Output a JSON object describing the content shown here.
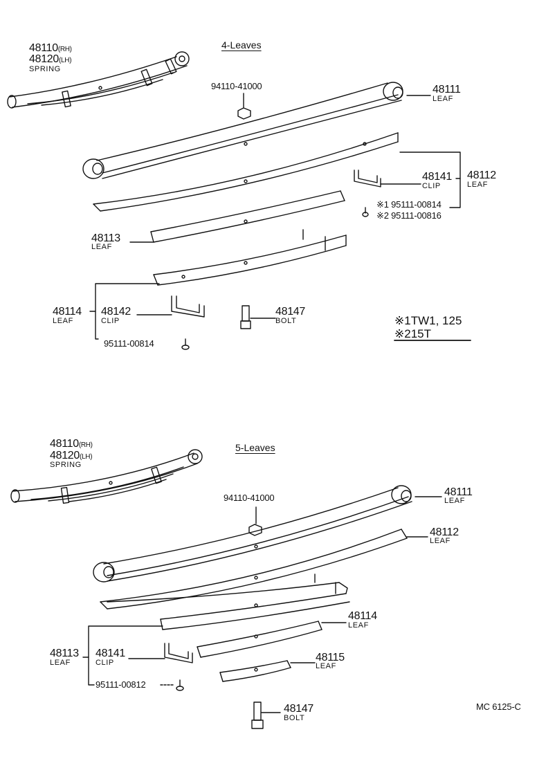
{
  "titles": {
    "top": "4-Leaves",
    "bottom": "5-Leaves"
  },
  "top": {
    "spring": {
      "pn_rh": "48110",
      "rh": "(RH)",
      "pn_lh": "48120",
      "lh": "(LH)",
      "name": "SPRING"
    },
    "nut": "94110-41000",
    "leaf1": {
      "pn": "48111",
      "name": "LEAF"
    },
    "leaf2": {
      "pn": "48112",
      "name": "LEAF"
    },
    "clip1": {
      "pn": "48141",
      "name": "CLIP"
    },
    "rivet1": "※1 95111-00814",
    "rivet2": "※2 95111-00816",
    "leaf3": {
      "pn": "48113",
      "name": "LEAF"
    },
    "leaf4": {
      "pn": "48114",
      "name": "LEAF"
    },
    "clip2": {
      "pn": "48142",
      "name": "CLIP"
    },
    "bolt": {
      "pn": "48147",
      "name": "BOLT"
    },
    "rivet3": "95111-00814",
    "notes": [
      "※1TW1, 125",
      "※215T"
    ]
  },
  "bottom": {
    "spring": {
      "pn_rh": "48110",
      "rh": "(RH)",
      "pn_lh": "48120",
      "lh": "(LH)",
      "name": "SPRING"
    },
    "nut": "94110-41000",
    "leaf1": {
      "pn": "48111",
      "name": "LEAF"
    },
    "leaf2": {
      "pn": "48112",
      "name": "LEAF"
    },
    "leaf4": {
      "pn": "48114",
      "name": "LEAF"
    },
    "leaf3": {
      "pn": "48113",
      "name": "LEAF"
    },
    "clip": {
      "pn": "48141",
      "name": "CLIP"
    },
    "leaf5": {
      "pn": "48115",
      "name": "LEAF"
    },
    "rivet": "95111-00812",
    "bolt": {
      "pn": "48147",
      "name": "BOLT"
    }
  },
  "code": "MC 6125-C"
}
